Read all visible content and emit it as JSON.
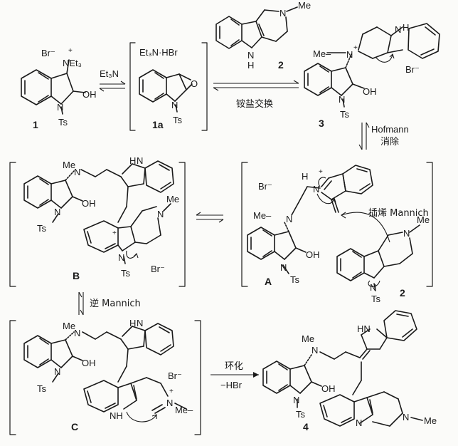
{
  "compounds": {
    "c1": "1",
    "c1a": "1a",
    "c2": "2",
    "c3": "3",
    "c4": "4",
    "cA": "A",
    "cB": "B",
    "cC": "C",
    "c2b": "2"
  },
  "atoms": {
    "br_minus": "Br⁻",
    "plus": "+",
    "net3": "NEt₃",
    "oh": "OH",
    "n": "N",
    "ts": "Ts",
    "o": "O",
    "et3n_hbr": "Et₃N·HBr",
    "me": "Me",
    "h": "H",
    "nh": "NH",
    "hn": "HN",
    "n_plus": "N⁺",
    "me_dash": "Me–"
  },
  "reagents": {
    "et3n": "Et₃N",
    "ammonium_exchange": "铵盐交换",
    "hofmann": "Hofmann",
    "elimination": "消除",
    "ene_mannich": "插烯 Mannich",
    "retro_mannich": "逆 Mannich",
    "cyclization": "环化",
    "minus_hbr": "−HBr"
  }
}
